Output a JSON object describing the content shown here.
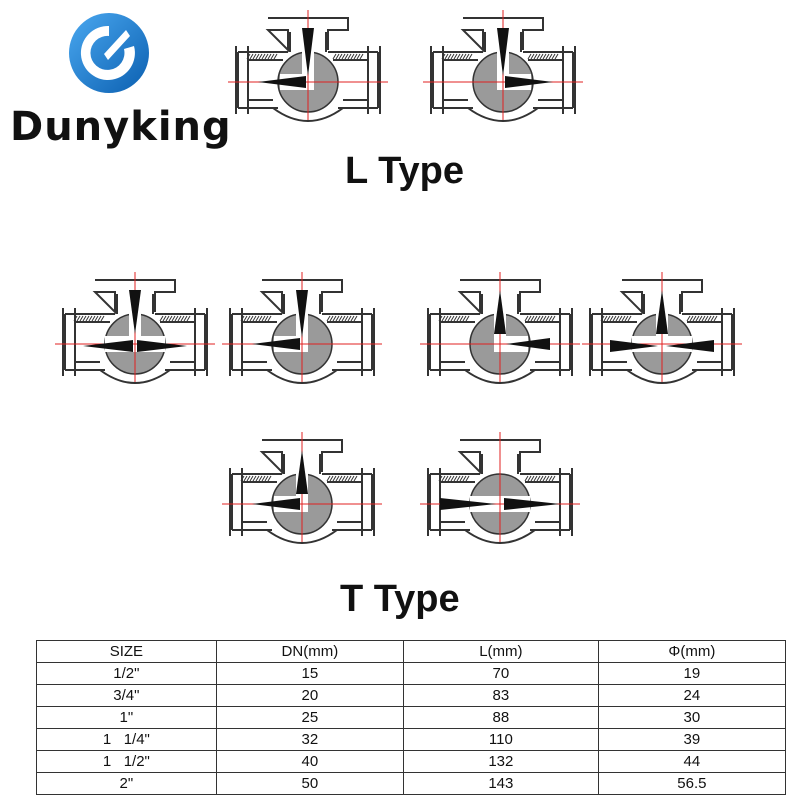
{
  "brand": {
    "name": "Dunyking",
    "logo_icon": "blue-circle-arrow-logo"
  },
  "sections": {
    "l_type": "L Type",
    "t_type": "T Type"
  },
  "diagram_colors": {
    "body_outline": "#333333",
    "ball": "#9a9a9a",
    "arrow": "#111111",
    "centerline": "#e02020"
  },
  "spec_table": {
    "columns": [
      "SIZE",
      "DN(mm)",
      "L(mm)",
      "Φ(mm)"
    ],
    "rows": [
      [
        "1/2\"",
        "15",
        "70",
        "19"
      ],
      [
        "3/4\"",
        "20",
        "83",
        "24"
      ],
      [
        "1\"",
        "25",
        "88",
        "30"
      ],
      [
        "1   1/4\"",
        "32",
        "110",
        "39"
      ],
      [
        "1   1/2\"",
        "40",
        "132",
        "44"
      ],
      [
        "2\"",
        "50",
        "143",
        "56.5"
      ]
    ]
  }
}
